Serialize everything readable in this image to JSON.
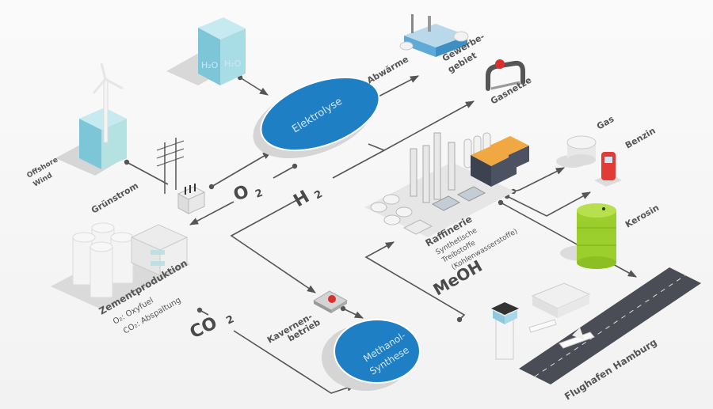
{
  "title": "Wasserstoff-Infrastruktur Hamburg",
  "colors": {
    "process_circle": "#1f7fc4",
    "process_text": "#cfe6f7",
    "flow_line": "#555555",
    "label": "#555555",
    "barrel": "#9bcf2e",
    "pump": "#e23a35",
    "runway": "#4a4d55",
    "water_cube": "#8fd0e0"
  },
  "processes": {
    "electrolysis": "Elektrolyse",
    "methanol_1": "Methanol-",
    "methanol_2": "Synthese"
  },
  "nodes": {
    "water_1": "H₂O",
    "water_2": "H₂O",
    "offshore_1": "Offshore",
    "offshore_2": "Wind",
    "gruenstrom": "Grünstrom",
    "cement": "Zementproduktion",
    "cement_o2": "O₂: Oxyfuel",
    "cement_co2": "CO₂: Abspaltung",
    "waste_heat": "Abwärme",
    "business_1": "Gewerbe-",
    "business_2": "gebiet",
    "gas_grid": "Gasnetze",
    "gas": "Gas",
    "petrol": "Benzin",
    "kerosene": "Kerosin",
    "refinery": "Raffinerie",
    "refinery_sub_1": "Synthetische",
    "refinery_sub_2": "Treibstoffe",
    "refinery_sub_3": "(Kohlenwasserstoffe)",
    "cavern_1": "Kavernen-",
    "cavern_2": "betrieb",
    "airport": "Flughafen Hamburg"
  },
  "molecules": {
    "o2_main": "O",
    "o2_sub": "2",
    "h2_main": "H",
    "h2_sub": "2",
    "co2_main": "CO",
    "co2_sub": "2",
    "meoh": "MeOH"
  }
}
